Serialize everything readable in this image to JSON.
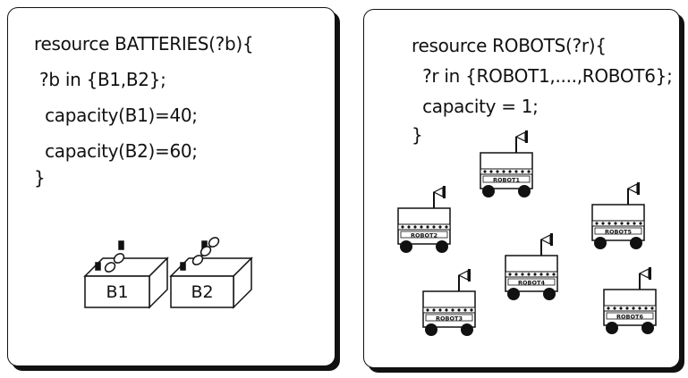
{
  "batteries_panel": {
    "code_lines": [
      "resource BATTERIES(?b){",
      " ?b in {B1,B2};",
      "  capacity(B1)=40;",
      "  capacity(B2)=60;",
      "}"
    ],
    "battery_labels": [
      "B1",
      "B2"
    ]
  },
  "robots_panel": {
    "code_lines": [
      "resource ROBOTS(?r){",
      "  ?r in {ROBOT1,....,ROBOT6};",
      "  capacity = 1;",
      "}"
    ],
    "robot_labels": [
      "ROBOT1",
      "ROBOT2",
      "ROBOT3",
      "ROBOT4",
      "ROBOT5",
      "ROBOT6"
    ]
  }
}
